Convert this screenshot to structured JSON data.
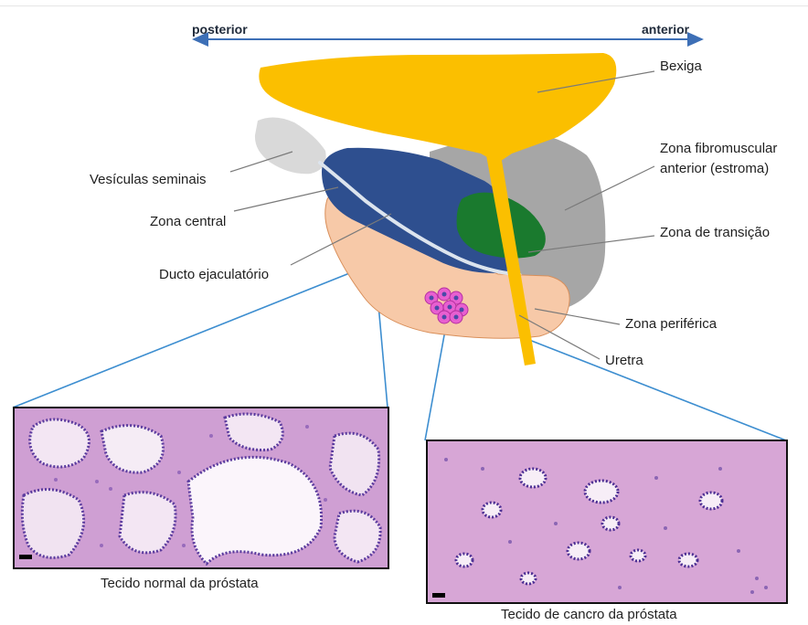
{
  "axis": {
    "left": "posterior",
    "right": "anterior"
  },
  "labels": {
    "bladder": "Bexiga",
    "fibromuscular_line1": "Zona fibromuscular",
    "fibromuscular_line2": "anterior (estroma)",
    "transition": "Zona de transição",
    "peripheral": "Zona periférica",
    "urethra": "Uretra",
    "seminal": "Vesículas seminais",
    "central": "Zona central",
    "ejaculatory": "Ducto ejaculatório"
  },
  "captions": {
    "normal": "Tecido normal da próstata",
    "cancer": "Tecido de cancro da próstata"
  },
  "colors": {
    "bladder": "#fbbf00",
    "urethra": "#fbbf00",
    "fibromuscular": "#a6a6a6",
    "central": "#2e4f8f",
    "transition": "#1a7a2e",
    "peripheral": "#f7c9a8",
    "seminal": "#d9d9d9",
    "ejaculatory_duct": "#dce4ee",
    "tumor": "#e85fd0",
    "arrow": "#3d6fb6",
    "zoom_lines": "#3d8ed0",
    "tissue_bg": "#d7a6d6",
    "tissue_nuclei": "#5a3b9e"
  }
}
